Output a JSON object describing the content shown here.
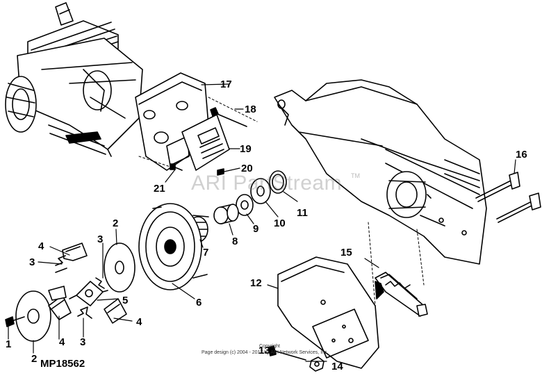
{
  "diagram": {
    "figure_id": "MP18562",
    "watermark": "ARI PartStream",
    "watermark_tm": "TM",
    "copyright_line1": "Copyright",
    "copyright_line2": "Page design (c) 2004 - 2017 by ARI Network Services, Inc.",
    "callouts": [
      {
        "id": "c1",
        "text": "1"
      },
      {
        "id": "c2a",
        "text": "2"
      },
      {
        "id": "c2b",
        "text": "2"
      },
      {
        "id": "c3a",
        "text": "3"
      },
      {
        "id": "c3b",
        "text": "3"
      },
      {
        "id": "c3c",
        "text": "3"
      },
      {
        "id": "c4a",
        "text": "4"
      },
      {
        "id": "c4b",
        "text": "4"
      },
      {
        "id": "c4c",
        "text": "4"
      },
      {
        "id": "c5",
        "text": "5"
      },
      {
        "id": "c6",
        "text": "6"
      },
      {
        "id": "c7",
        "text": "7"
      },
      {
        "id": "c8",
        "text": "8"
      },
      {
        "id": "c9",
        "text": "9"
      },
      {
        "id": "c10",
        "text": "10"
      },
      {
        "id": "c11",
        "text": "11"
      },
      {
        "id": "c12",
        "text": "12"
      },
      {
        "id": "c13",
        "text": "13"
      },
      {
        "id": "c14",
        "text": "14"
      },
      {
        "id": "c15",
        "text": "15"
      },
      {
        "id": "c16",
        "text": "16"
      },
      {
        "id": "c17",
        "text": "17"
      },
      {
        "id": "c18",
        "text": "18"
      },
      {
        "id": "c19",
        "text": "19"
      },
      {
        "id": "c20",
        "text": "20"
      },
      {
        "id": "c21",
        "text": "21"
      }
    ]
  }
}
